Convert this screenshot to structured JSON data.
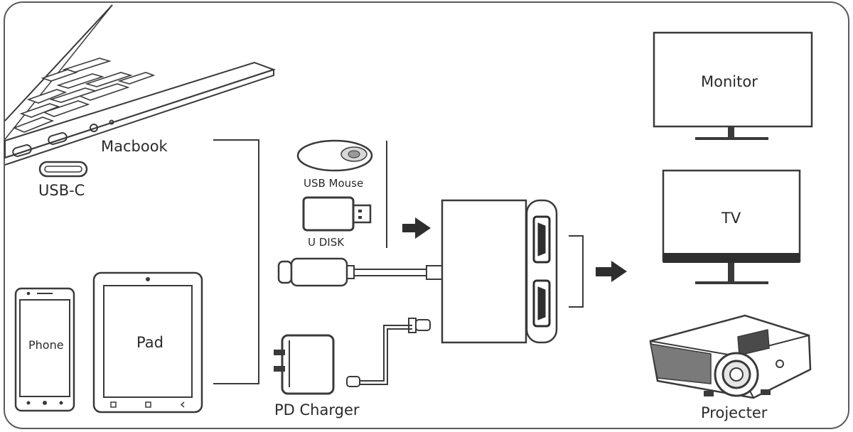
{
  "labels": {
    "macbook": "Macbook",
    "usb_c": "USB-C",
    "usb_mouse": "USB Mouse",
    "u_disk": "U DISK",
    "phone": "Phone",
    "pad": "Pad",
    "pd_charger": "PD Charger",
    "monitor": "Monitor",
    "tv": "TV",
    "projecter": "Projecter"
  },
  "colors": {
    "stroke": "#3a3a3a",
    "fill_dark": "#2e2e2e",
    "frame": "#5a5a5a"
  }
}
